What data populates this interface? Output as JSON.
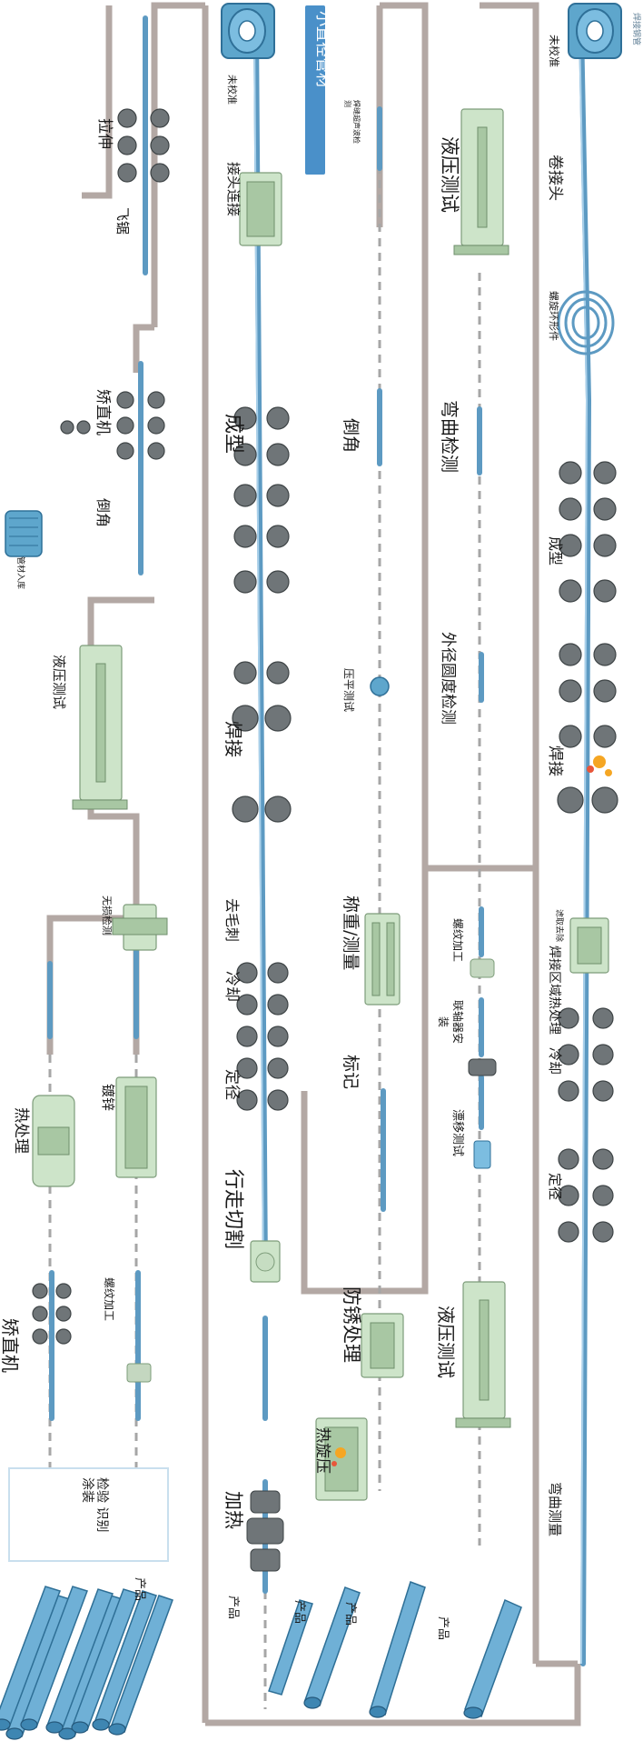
{
  "corner_note": "焊接钢管",
  "section_title": "小直径管材",
  "colors": {
    "pipe": "#5d9ac2",
    "route": "#b3a8a4",
    "machine": "#cde4c9",
    "roller": "#6f7578",
    "section_title_bg": "#4a90c9",
    "section_title_text": "#ffffff"
  },
  "lanes": [
    {
      "id": "lane-1",
      "steps": [
        "未校准",
        "卷接头",
        "螺旋环形件",
        "成型",
        "焊接",
        "滤取去除",
        "焊接区域热处理",
        "冷却",
        "定径",
        "弯曲测量"
      ]
    },
    {
      "id": "lane-2",
      "steps": [
        "液压测试",
        "弯曲检测",
        "外径圆度检测",
        "螺纹加工",
        "联轴器安装",
        "漂移测试",
        "液压测试",
        "产品"
      ]
    },
    {
      "id": "lane-3",
      "steps": [
        "焊缝超声波检测",
        "倒角",
        "压平测试",
        "称重/测量",
        "标记",
        "防锈处理",
        "热旋压",
        "产品",
        "产品"
      ]
    },
    {
      "id": "lane-4",
      "steps": [
        "未校准",
        "接头连接",
        "成型",
        "焊接",
        "去毛刺",
        "冷却",
        "定径",
        "行走切割",
        "加热",
        "产品"
      ]
    },
    {
      "id": "lane-5",
      "steps": [
        "拉伸",
        "飞锯",
        "矫直机",
        "倒角",
        "管材入库",
        "液压测试",
        "无损检测",
        "镀锌",
        "热处理",
        "螺纹加工",
        "矫直机",
        "检验 识别 涂装",
        "产品"
      ]
    }
  ],
  "labels": {
    "l1_uncal": "未校准",
    "l1_coil_joint": "卷接头",
    "l1_spiral": "螺旋环形件",
    "l1_forming": "成型",
    "l1_welding": "焊接",
    "l1_scrape": "滤取去除",
    "l1_heat_zone": "焊接区域热处理",
    "l1_cooling": "冷却",
    "l1_sizing": "定径",
    "l1_bend": "弯曲测量",
    "l2_hydro_a": "液压测试",
    "l2_bend": "弯曲检测",
    "l2_od": "外径圆度检测",
    "l2_thread": "螺纹加工",
    "l2_coupling_a": "联轴器安",
    "l2_coupling_b": "装",
    "l2_drift": "漂移测试",
    "l2_hydro_b": "液压测试",
    "l2_product": "产品",
    "l3_ut_a": "焊缝超声波检",
    "l3_ut_b": "测",
    "l3_chamfer": "倒角",
    "l3_flatten": "压平测试",
    "l3_weigh": "称重/测量",
    "l3_mark": "标记",
    "l3_antirust": "防锈处理",
    "l3_hotspin": "热旋压",
    "l3_product_a": "产品",
    "l3_product_b": "产品",
    "l4_uncal": "未校准",
    "l4_joint": "接头连接",
    "l4_forming": "成型",
    "l4_welding": "焊接",
    "l4_deburr": "去毛刺",
    "l4_cooling": "冷却",
    "l4_sizing": "定径",
    "l4_cut": "行走切割",
    "l4_heating": "加热",
    "l4_product": "产品",
    "l5_stretch": "拉伸",
    "l5_saw": "飞锯",
    "l5_straight_a": "矫直机",
    "l5_chamfer": "倒角",
    "l5_store": "管材入库",
    "l5_hydro": "液压测试",
    "l5_ndt": "无损检测",
    "l5_galv": "镀锌",
    "l5_heat": "热处理",
    "l5_thread": "螺纹加工",
    "l5_straight_b": "矫直机",
    "l5_inspect_a": "检验 识别",
    "l5_inspect_b": "涂装",
    "l5_product": "产品"
  }
}
